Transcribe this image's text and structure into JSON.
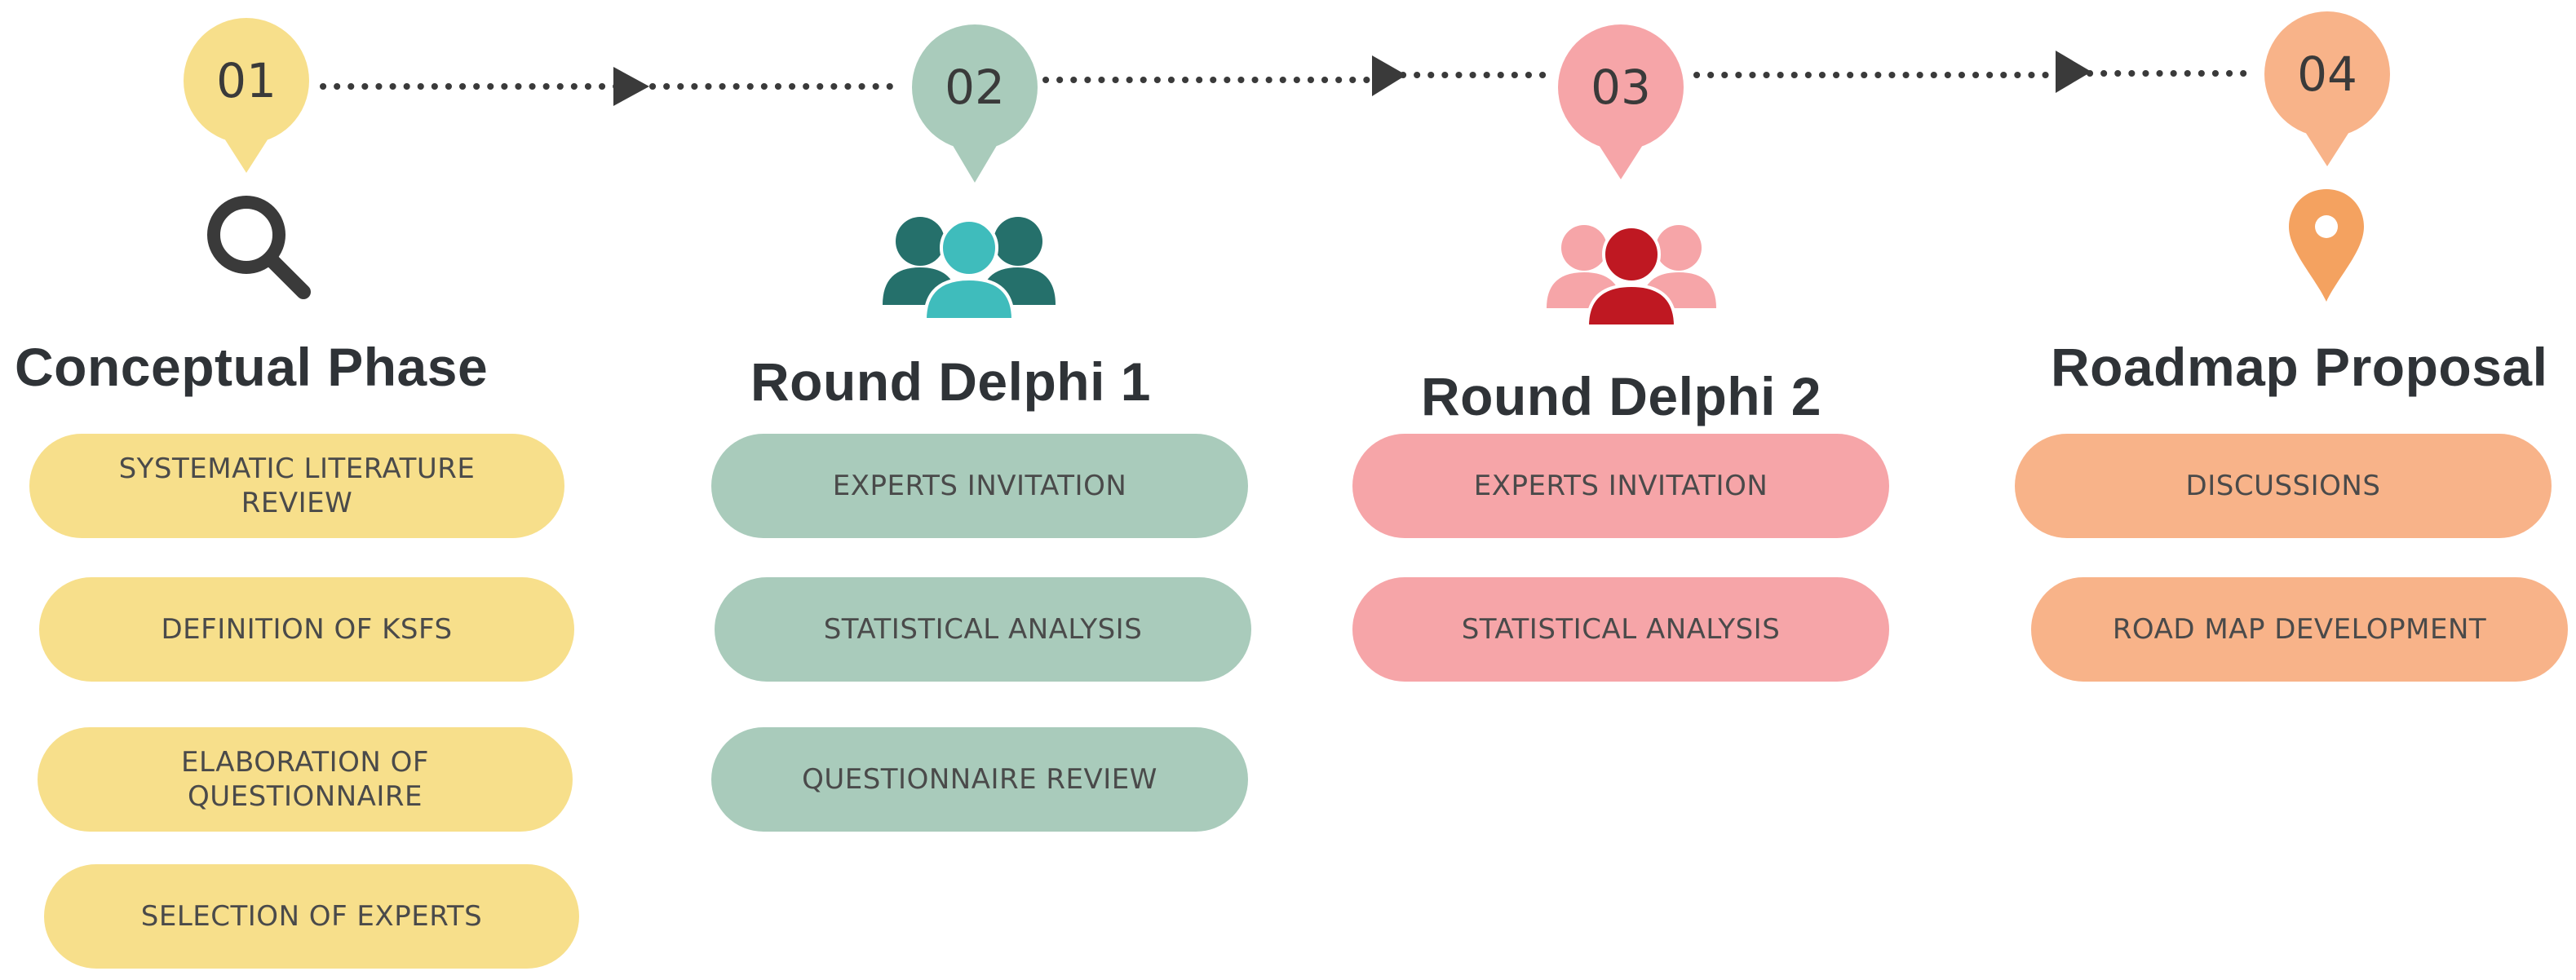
{
  "colors": {
    "yellow": "#f7df8b",
    "green": "#a9cbbb",
    "pink": "#f6a5a8",
    "orange": "#f8b389",
    "title_text": "#2f3337",
    "pill_text": "#4a4a4a",
    "connector": "#3a3a3a",
    "team_dark": "#25706b",
    "team_light": "#3fbcbc",
    "team_pink": "#f6a5a8",
    "team_red": "#bf1822",
    "location_icon": "#f4a260",
    "search_icon": "#3a3a3a"
  },
  "phases": [
    {
      "number": "01",
      "title": "Conceptual Phase",
      "icon": "search-icon",
      "color": "#f7df8b",
      "steps": [
        "SYSTEMATIC LITERATURE REVIEW",
        "DEFINITION OF KSFS",
        "ELABORATION OF QUESTIONNAIRE",
        "SELECTION OF EXPERTS"
      ]
    },
    {
      "number": "02",
      "title": "Round Delphi 1",
      "icon": "team-icon",
      "color": "#a9cbbb",
      "steps": [
        "EXPERTS INVITATION",
        "STATISTICAL ANALYSIS",
        "QUESTIONNAIRE REVIEW"
      ]
    },
    {
      "number": "03",
      "title": "Round Delphi 2",
      "icon": "team-icon",
      "color": "#f6a5a8",
      "steps": [
        "EXPERTS INVITATION",
        "STATISTICAL ANALYSIS"
      ]
    },
    {
      "number": "04",
      "title": "Roadmap Proposal",
      "icon": "location-pin-icon",
      "color": "#f8b389",
      "steps": [
        "DISCUSSIONS",
        "ROAD MAP DEVELOPMENT"
      ]
    }
  ]
}
